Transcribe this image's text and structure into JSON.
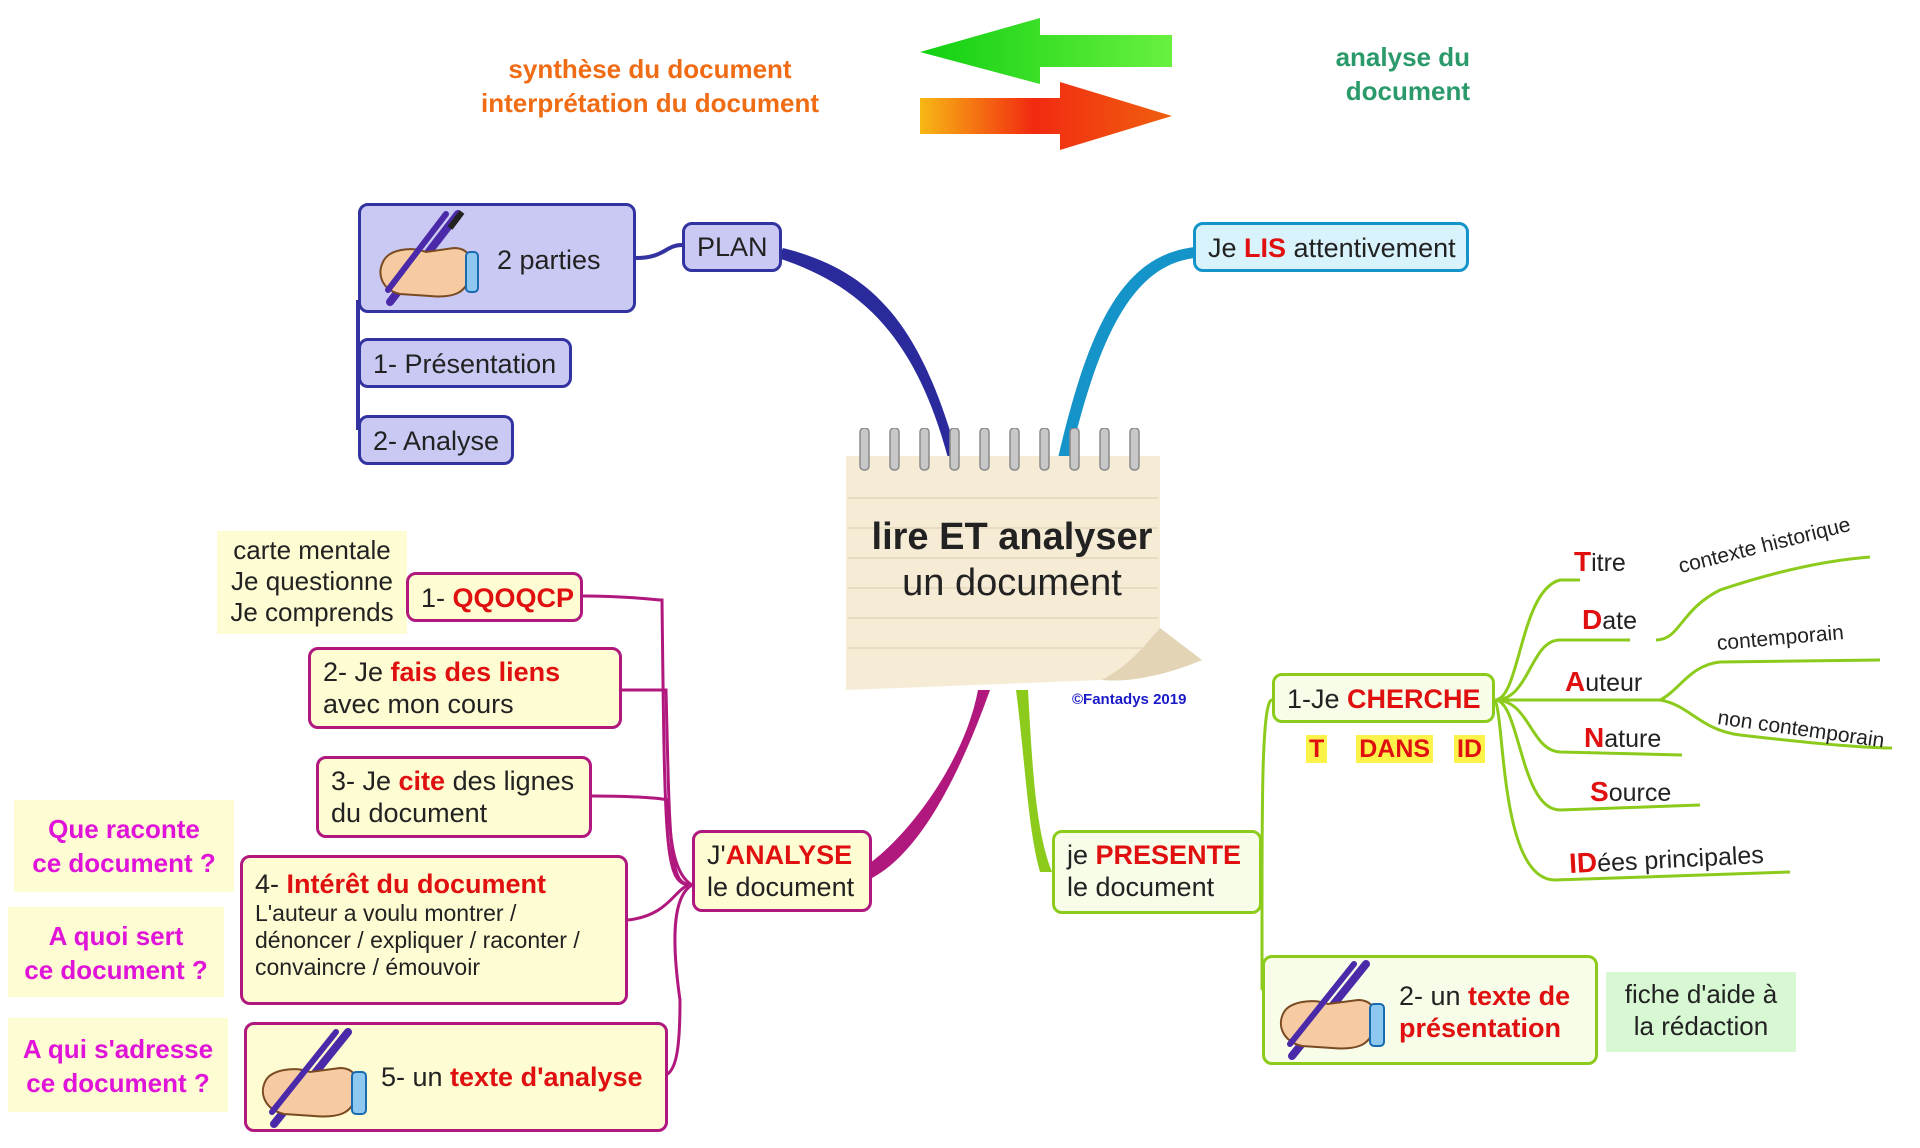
{
  "header": {
    "left_line1": "synthèse du document",
    "left_line2": "interprétation du document",
    "right_line1": "analyse du",
    "right_line2": "document"
  },
  "center": {
    "line1": "lire ET analyser",
    "line2": "un document",
    "copyright": "©Fantadys 2019"
  },
  "plan": {
    "label": "PLAN",
    "parts": "2 parties",
    "item1": "1- Présentation",
    "item2": "2- Analyse"
  },
  "read": {
    "pre": "Je ",
    "highlight": "LIS",
    "post": " attentivement"
  },
  "analyse": {
    "pre": "J'",
    "highlight": "ANALYSE",
    "line2": "le document",
    "note1": [
      "carte mentale",
      "Je questionne",
      "Je comprends"
    ],
    "q1_pre": "1- ",
    "q1_hl": "QQOQCP",
    "q2_pre": "2- Je ",
    "q2_hl": "fais des liens",
    "q2_line2": "avec mon cours",
    "q3_pre": "3- Je ",
    "q3_hl": "cite",
    "q3_post": " des lignes",
    "q3_line2": "du document",
    "q4_pre": "4- ",
    "q4_hl": "Intérêt du document",
    "q4_l1": "L'auteur a voulu montrer /",
    "q4_l2": "dénoncer / expliquer / raconter /",
    "q4_l3": "convaincre / émouvoir",
    "q5_pre": "5- un ",
    "q5_hl": "texte d'analyse",
    "side1": [
      "Que raconte",
      "ce document ?"
    ],
    "side2": [
      "A quoi sert",
      "ce document ?"
    ],
    "side3": [
      "A qui s'adresse",
      "ce document ?"
    ]
  },
  "present": {
    "pre": "je ",
    "highlight": "PRESENTE",
    "line2": "le document",
    "search_pre": "1-Je ",
    "search_hl": "CHERCHE",
    "mnemo": [
      "T",
      "DANS",
      "ID"
    ],
    "titre": [
      "T",
      "itre"
    ],
    "date": [
      "D",
      "ate"
    ],
    "auteur": [
      "A",
      "uteur"
    ],
    "nature": [
      "N",
      "ature"
    ],
    "source": [
      "S",
      "ource"
    ],
    "idees": [
      "ID",
      "ées principales"
    ],
    "contexte": "contexte historique",
    "contemporain": "contemporain",
    "non_contemporain": "non contemporain",
    "text_pre": "2- un ",
    "text_hl1": "texte de",
    "text_hl2": "présentation",
    "help": [
      "fiche d'aide à",
      "la rédaction"
    ]
  },
  "colors": {
    "orange": "#f06c14",
    "teal": "#2a9a6a",
    "plan": "#2a2a9c",
    "read": "#1494c8",
    "analyse": "#b0187e",
    "present": "#8ccb1c",
    "accent_red": "#e01010",
    "magenta": "#e014d8"
  },
  "icons": [
    "arrow-left-icon",
    "arrow-right-icon",
    "notepad-icon",
    "writing-hand-icon"
  ]
}
